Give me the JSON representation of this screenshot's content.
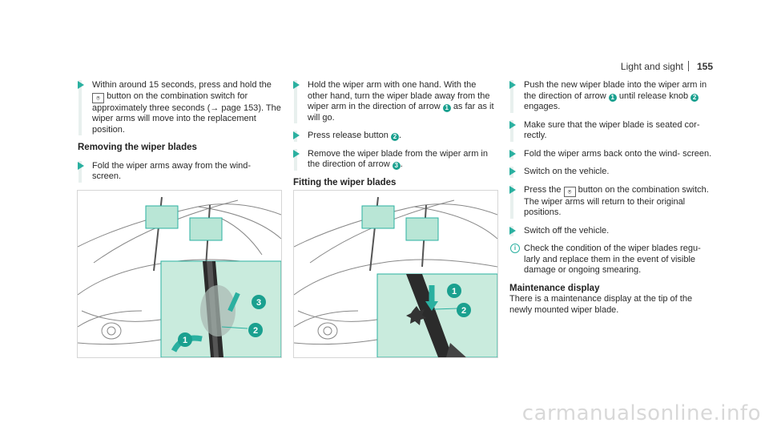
{
  "header": {
    "section": "Light and sight",
    "page": "155"
  },
  "col1": {
    "step1": {
      "a": "Within around 15 seconds, press and hold the",
      "b": "button on the combination switch for approximately three seconds (",
      "ref": "page 153",
      "c": "). The wiper arms will move into the replacement position."
    },
    "heading": "Removing the wiper blades",
    "step2": "Fold the wiper arms away from the wind- screen."
  },
  "col2": {
    "step1": {
      "a": "Hold the wiper arm with one hand. With the other hand, turn the wiper blade away from the wiper arm in the direction of arrow",
      "b": "as far as it will go."
    },
    "step2": {
      "a": "Press release button",
      "b": "."
    },
    "step3": {
      "a": "Remove the wiper blade from the wiper arm in the direction of arrow",
      "b": "."
    },
    "heading": "Fitting the wiper blades"
  },
  "col3": {
    "step1": {
      "a": "Push the new wiper blade into the wiper arm in the direction of arrow",
      "b": "until release knob",
      "c": "engages."
    },
    "step2": "Make sure that the wiper blade is seated cor- rectly.",
    "step3": "Fold the wiper arms back onto the wind- screen.",
    "step4": "Switch on the vehicle.",
    "step5": {
      "a": "Press the",
      "b": "button on the combination switch. The wiper arms will return to their original positions."
    },
    "step6": "Switch off the vehicle.",
    "note": "Check the condition of the wiper blades regu- larly and replace them in the event of visible damage or ongoing smearing.",
    "heading": "Maintenance display",
    "body": "There is a maintenance display at the tip of the newly mounted wiper blade."
  },
  "markers": {
    "n1": "1",
    "n2": "2",
    "n3": "3"
  },
  "watermark": "carmanualsonline.info",
  "colors": {
    "accent": "#2ab0a0",
    "inset": "#c9ebdd",
    "highlight": "#b9e6d6"
  }
}
